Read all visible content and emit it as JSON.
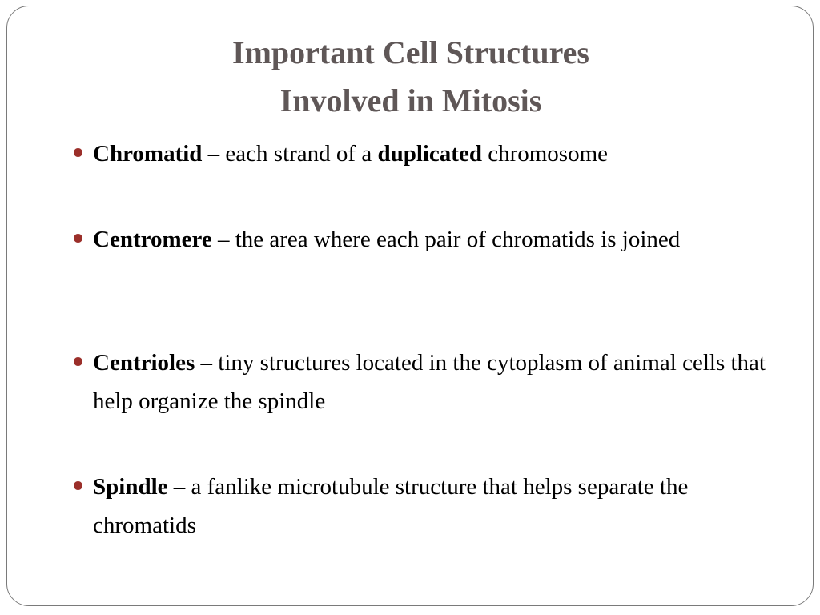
{
  "slide": {
    "title_line1": "Important Cell Structures",
    "title_line2": "Involved in Mitosis",
    "bullets": [
      {
        "term": "Chromatid",
        "text_before": " – each strand of a ",
        "emphasis": "duplicated",
        "text_after": " chromosome"
      },
      {
        "term": "Centromere",
        "text": " – the area where each pair of chromatids is joined"
      },
      {
        "term": "Centrioles",
        "text": " – tiny structures located in the cytoplasm of animal cells that help organize the spindle"
      },
      {
        "term": "Spindle",
        "text": " – a fanlike microtubule structure that helps separate the chromatids"
      }
    ]
  },
  "colors": {
    "title": "#5f5757",
    "bullet_dot": "#9b2f2a",
    "border": "#7a7a7a"
  }
}
